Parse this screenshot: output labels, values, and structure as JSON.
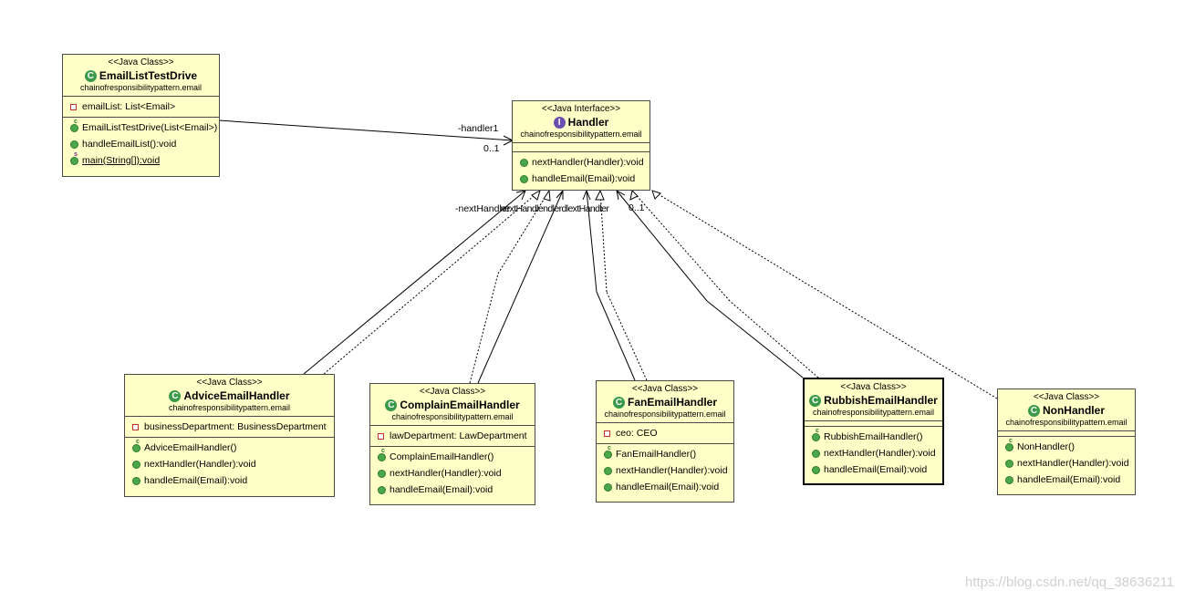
{
  "classes": {
    "email_list_test_drive": {
      "stereotype": "<<Java Class>>",
      "name": "EmailListTestDrive",
      "package": "chainofresponsibilitypattern.email",
      "attributes": [
        "emailList: List<Email>"
      ],
      "ops": [
        "EmailListTestDrive(List<Email>)",
        "handleEmailList():void",
        "main(String[]):void"
      ]
    },
    "handler": {
      "stereotype": "<<Java Interface>>",
      "name": "Handler",
      "package": "chainofresponsibilitypattern.email",
      "ops": [
        "nextHandler(Handler):void",
        "handleEmail(Email):void"
      ]
    },
    "advice": {
      "stereotype": "<<Java Class>>",
      "name": "AdviceEmailHandler",
      "package": "chainofresponsibilitypattern.email",
      "attributes": [
        "businessDepartment: BusinessDepartment"
      ],
      "ops": [
        "AdviceEmailHandler()",
        "nextHandler(Handler):void",
        "handleEmail(Email):void"
      ]
    },
    "complain": {
      "stereotype": "<<Java Class>>",
      "name": "ComplainEmailHandler",
      "package": "chainofresponsibilitypattern.email",
      "attributes": [
        "lawDepartment: LawDepartment"
      ],
      "ops": [
        "ComplainEmailHandler()",
        "nextHandler(Handler):void",
        "handleEmail(Email):void"
      ]
    },
    "fan": {
      "stereotype": "<<Java Class>>",
      "name": "FanEmailHandler",
      "package": "chainofresponsibilitypattern.email",
      "attributes": [
        "ceo: CEO"
      ],
      "ops": [
        "FanEmailHandler()",
        "nextHandler(Handler):void",
        "handleEmail(Email):void"
      ]
    },
    "rubbish": {
      "stereotype": "<<Java Class>>",
      "name": "RubbishEmailHandler",
      "package": "chainofresponsibilitypattern.email",
      "ops": [
        "RubbishEmailHandler()",
        "nextHandler(Handler):void",
        "handleEmail(Email):void"
      ]
    },
    "non": {
      "stereotype": "<<Java Class>>",
      "name": "NonHandler",
      "package": "chainofresponsibilitypattern.email",
      "ops": [
        "NonHandler()",
        "nextHandler(Handler):void",
        "handleEmail(Email):void"
      ]
    }
  },
  "labels": {
    "handler1": "-handler1",
    "mult_handler1": "0..1",
    "next_handler_cluster": "-nextHandler",
    "next_handler_overlap": "nextHandlendlerdlextHandler",
    "mult_rubbish": "0..1"
  },
  "icons": {
    "class": "class-c-icon",
    "interface": "interface-i-icon",
    "public": "public-method-icon",
    "private": "private-field-icon"
  },
  "colors": {
    "box_fill": "#ffffc8",
    "box_border": "#4a4a4a",
    "class_icon": "#3a9a4a",
    "interface_icon": "#6a4fb0"
  },
  "watermark": "https://blog.csdn.net/qq_38636211"
}
